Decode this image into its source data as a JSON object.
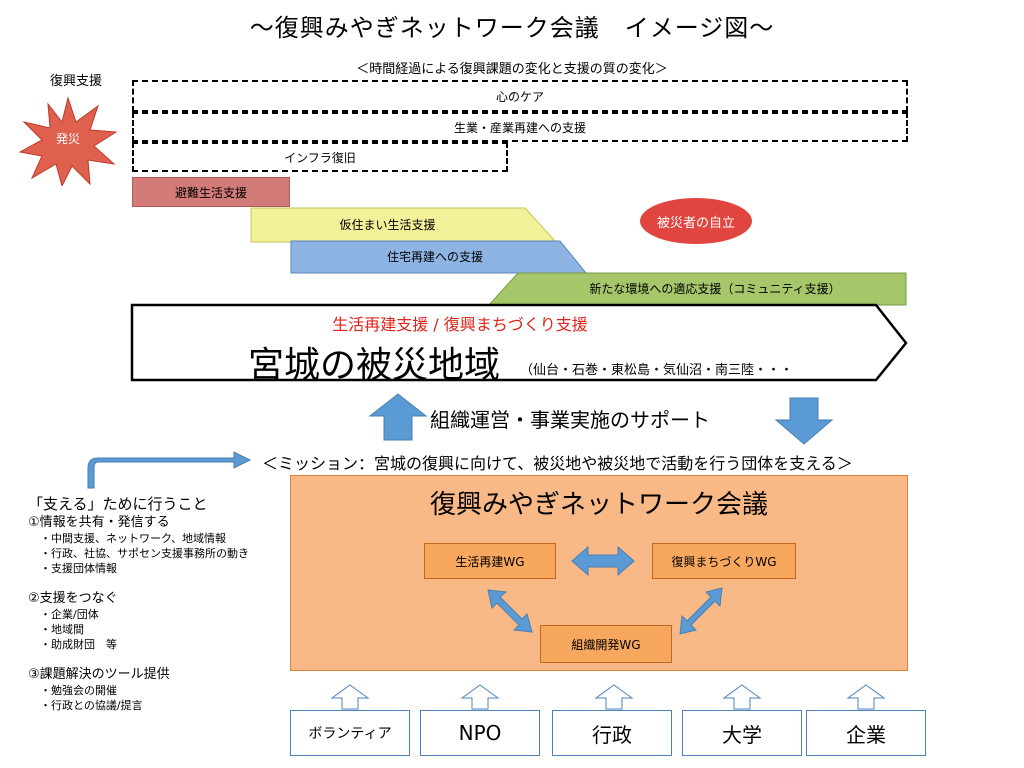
{
  "title": "～復興みやぎネットワーク会議　イメージ図～",
  "timeline": {
    "subtitle": "＜時間経過による復興課題の変化と支援の質の変化＞",
    "left_label": "復興支援",
    "burst_label": "発災",
    "dashed_bars": [
      "心のケア",
      "生業・産業再建への支援",
      "インフラ復旧"
    ],
    "bands": [
      "避難生活支援",
      "仮住まい生活支援",
      "住宅再建への支援",
      "新たな環境への適応支援（コミュニティ支援）"
    ],
    "goal_label": "被災者の自立"
  },
  "region": {
    "red_text": "生活再建支援 / 復興まちづくり支援",
    "big_text": "宮城の被災地域",
    "small_text": "（仙台・石巻・東松島・気仙沼・南三陸・・・"
  },
  "support_label": "組織運営・事業実施のサポート",
  "mission": "＜ミッション：宮城の復興に向けて、被災地や被災地で活動を行う団体を支える＞",
  "left_list": {
    "heading": "「支える」ために行うこと",
    "sections": [
      {
        "title": "①情報を共有・発信する",
        "items": [
          "・中間支援、ネットワーク、地域情報",
          "・行政、社協、サポセン支援事務所の動き",
          "・支援団体情報"
        ]
      },
      {
        "title": "②支援をつなぐ",
        "items": [
          "・企業/団体",
          "・地域間",
          "・助成財団　等"
        ]
      },
      {
        "title": "③課題解決のツール提供",
        "items": [
          "・勉強会の開催",
          "・行政との協議/提言"
        ]
      }
    ]
  },
  "network": {
    "title": "復興みやぎネットワーク会議",
    "wg": [
      "生活再建WG",
      "復興まちづくりWG",
      "組織開発WG"
    ]
  },
  "orgs": [
    "ボランティア",
    "NPO",
    "行政",
    "大学",
    "企業"
  ],
  "colors": {
    "red_band": "#d27b78",
    "yellow_band": "#f3f09a",
    "blue_band": "#8eb4e3",
    "green_band": "#a6c66a",
    "network_fill": "#f8b986",
    "burst": "#e06050",
    "goal": "#e0463f",
    "arrow_blue": "#5b9bd5"
  }
}
